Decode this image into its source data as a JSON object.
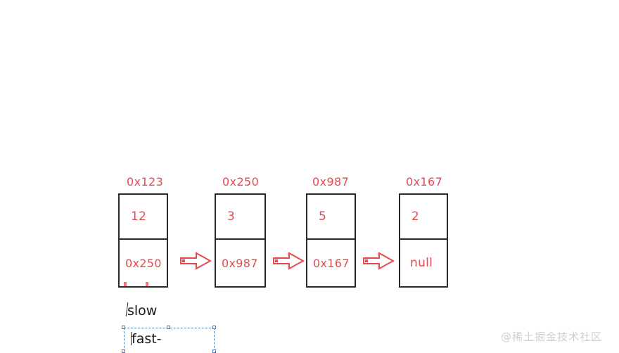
{
  "diagram": {
    "title": "linked-list-slow-fast-pointer",
    "accent_color": "#e8484f",
    "box_border_color": "#2b2b2b",
    "selection_color": "#4a7ebb",
    "nodes": [
      {
        "address": "0x123",
        "value": "12",
        "next": "0x250"
      },
      {
        "address": "0x250",
        "value": "3",
        "next": "0x987"
      },
      {
        "address": "0x987",
        "value": "5",
        "next": "0x167"
      },
      {
        "address": "0x167",
        "value": "2",
        "next": "null"
      }
    ],
    "arrows": [
      {
        "name": "arrow-node1-to-node2"
      },
      {
        "name": "arrow-node2-to-node3"
      },
      {
        "name": "arrow-node3-to-node4"
      }
    ],
    "pointers": [
      {
        "label": "slow"
      },
      {
        "label": "fast-"
      }
    ]
  },
  "watermark": {
    "text": "@稀土掘金技术社区"
  }
}
